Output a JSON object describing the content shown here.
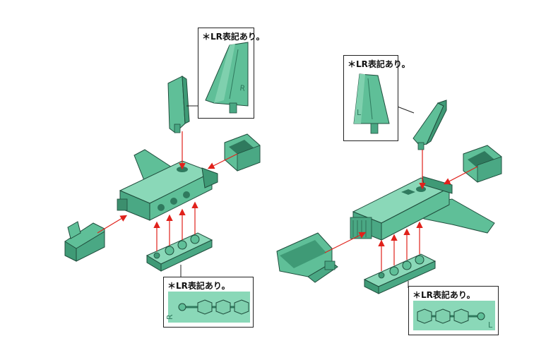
{
  "callouts": {
    "left_fin": {
      "label": "＊LR表記あり。"
    },
    "right_fin": {
      "label": "＊LR表記あり。"
    },
    "left_runner": {
      "label": "＊LR表記あり。"
    },
    "right_runner": {
      "label": "＊LR表記あり。"
    }
  },
  "part_marks": {
    "left_fin_mark": "R",
    "right_fin_mark": "L",
    "left_runner_mark": "R",
    "right_runner_mark": "L"
  },
  "colors": {
    "plastic": "#5fbf98",
    "plastic_dark": "#2f7a5e",
    "plastic_light": "#8ad8b8",
    "arrow": "#e0211b",
    "outline": "#1f4d3c"
  }
}
